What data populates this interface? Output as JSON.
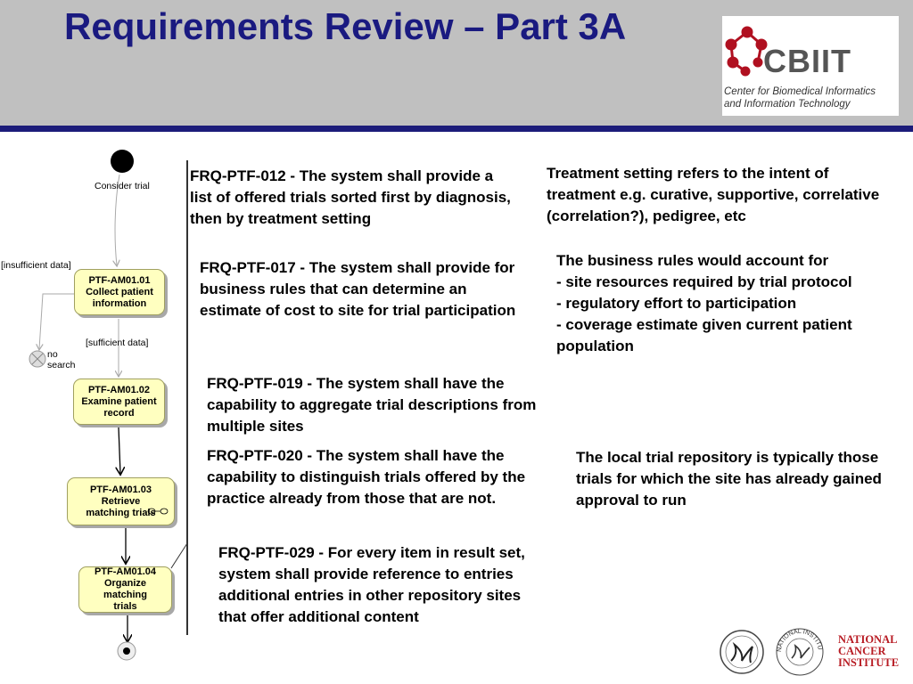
{
  "slide": {
    "title": "Requirements Review – Part 3A"
  },
  "logo": {
    "name": "CBIIT",
    "subtitle_line1": "Center for Biomedical Informatics",
    "subtitle_line2": "and Information Technology"
  },
  "diagram": {
    "labels": {
      "start": "Consider trial",
      "insufficient": "[insufficient data]",
      "sufficient": "[sufficient data]",
      "no_search_1": "no",
      "no_search_2": "search"
    },
    "nodes": [
      {
        "line1": "PTF-AM01.01",
        "line2": "Collect patient",
        "line3": "information"
      },
      {
        "line1": "PTF-AM01.02",
        "line2": "Examine patient",
        "line3": "record"
      },
      {
        "line1": "PTF-AM01.03 Retrieve",
        "line2": "matching trials",
        "line3": ""
      },
      {
        "line1": "PTF-AM01.04",
        "line2": "Organize matching",
        "line3": "trials"
      }
    ]
  },
  "requirements": [
    "FRQ-PTF-012 - The system shall provide a list of offered trials sorted first by diagnosis, then by treatment setting",
    "FRQ-PTF-017 - The system shall provide for business rules that can determine an estimate of cost to site for trial participation",
    "FRQ-PTF-019 - The system shall have the capability to aggregate trial descriptions from multiple sites",
    "FRQ-PTF-020 - The system shall have the capability to distinguish trials offered by the practice already from those that are not.",
    "FRQ-PTF-029 - For every item in result set, system shall provide reference to entries additional entries in other repository sites that offer additional content"
  ],
  "notes": {
    "treatment": "Treatment setting refers to the intent of treatment e.g. curative, supportive, correlative (correlation?), pedigree, etc",
    "business_intro": "The business rules would account for",
    "business_items": [
      "- site resources required by trial protocol",
      "- regulatory effort to participation",
      "- coverage estimate given current patient population"
    ],
    "repository": "The local trial repository is typically those trials for which the site has already gained approval to run"
  },
  "footer": {
    "nih_text": "NATIONAL INSTITUTES OF HEALTH",
    "nci_line1": "NATIONAL",
    "nci_line2": "CANCER",
    "nci_line3": "INSTITUTE"
  },
  "colors": {
    "title": "#1a1a80",
    "header_bg": "#c0c0c0",
    "rule": "#1c1c7a",
    "node_fill": "#ffffc0",
    "logo_red": "#b01020",
    "nci_red": "#b81c24"
  }
}
